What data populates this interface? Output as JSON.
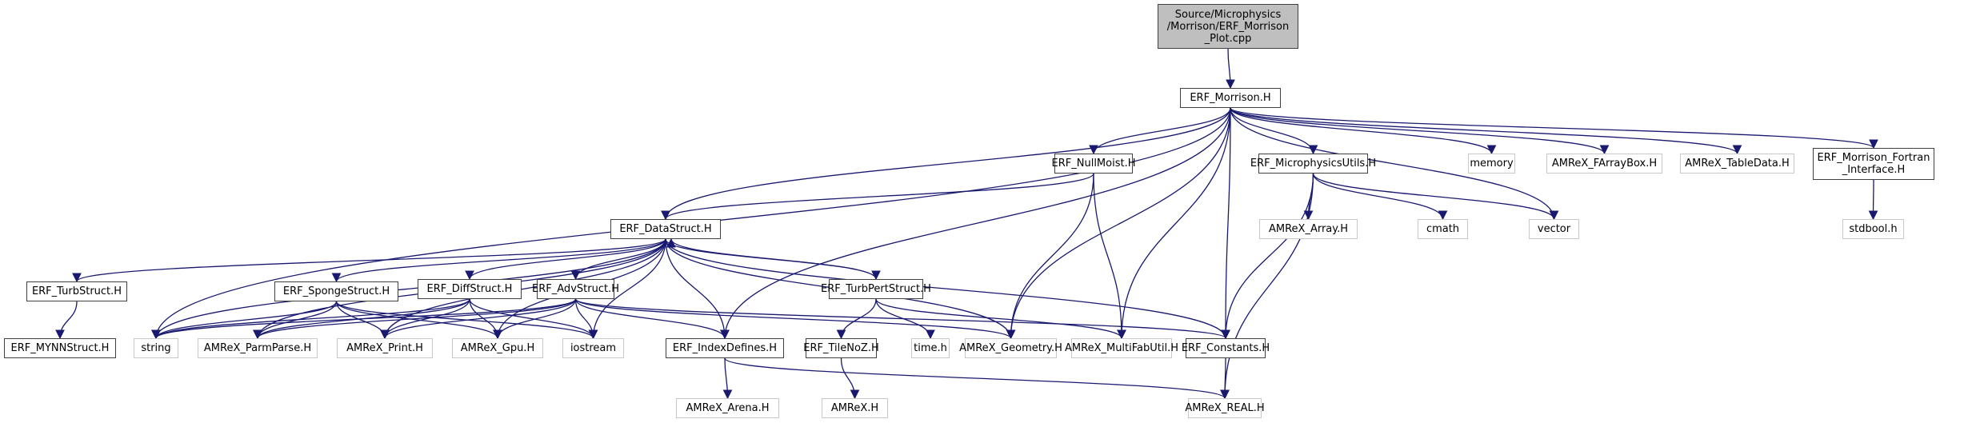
{
  "graph": {
    "title": "Include dependency graph for ERF_Morrison_Plot.cpp",
    "edge_color": "#191970",
    "root_fill": "#bfbfbf",
    "local_border": "#404040",
    "system_border": "#c8c8c8",
    "nodes": [
      {
        "id": "root",
        "label": "Source/Microphysics\n/Morrison/ERF_Morrison\n_Plot.cpp",
        "kind": "root"
      },
      {
        "id": "morrison",
        "label": "ERF_Morrison.H",
        "kind": "local"
      },
      {
        "id": "nullmoist",
        "label": "ERF_NullMoist.H",
        "kind": "local"
      },
      {
        "id": "microutils",
        "label": "ERF_MicrophysicsUtils.H",
        "kind": "local"
      },
      {
        "id": "memory",
        "label": "memory",
        "kind": "system"
      },
      {
        "id": "farraybox",
        "label": "AMReX_FArrayBox.H",
        "kind": "system"
      },
      {
        "id": "tabledata",
        "label": "AMReX_TableData.H",
        "kind": "system"
      },
      {
        "id": "fortran",
        "label": "ERF_Morrison_Fortran\n_Interface.H",
        "kind": "local"
      },
      {
        "id": "datastruct",
        "label": "ERF_DataStruct.H",
        "kind": "local"
      },
      {
        "id": "array",
        "label": "AMReX_Array.H",
        "kind": "system"
      },
      {
        "id": "cmath",
        "label": "cmath",
        "kind": "system"
      },
      {
        "id": "vector",
        "label": "vector",
        "kind": "system"
      },
      {
        "id": "stdbool",
        "label": "stdbool.h",
        "kind": "system"
      },
      {
        "id": "turbstruct",
        "label": "ERF_TurbStruct.H",
        "kind": "local"
      },
      {
        "id": "spongestruct",
        "label": "ERF_SpongeStruct.H",
        "kind": "local"
      },
      {
        "id": "diffstruct",
        "label": "ERF_DiffStruct.H",
        "kind": "local"
      },
      {
        "id": "advstruct",
        "label": "ERF_AdvStruct.H",
        "kind": "local"
      },
      {
        "id": "turbpert",
        "label": "ERF_TurbPertStruct.H",
        "kind": "local"
      },
      {
        "id": "mynn",
        "label": "ERF_MYNNStruct.H",
        "kind": "local"
      },
      {
        "id": "string",
        "label": "string",
        "kind": "system"
      },
      {
        "id": "parmparse",
        "label": "AMReX_ParmParse.H",
        "kind": "system"
      },
      {
        "id": "print",
        "label": "AMReX_Print.H",
        "kind": "system"
      },
      {
        "id": "gpu",
        "label": "AMReX_Gpu.H",
        "kind": "system"
      },
      {
        "id": "iostream",
        "label": "iostream",
        "kind": "system"
      },
      {
        "id": "indexdefines",
        "label": "ERF_IndexDefines.H",
        "kind": "local"
      },
      {
        "id": "tilenoz",
        "label": "ERF_TileNoZ.H",
        "kind": "local"
      },
      {
        "id": "timeh",
        "label": "time.h",
        "kind": "system"
      },
      {
        "id": "geometry",
        "label": "AMReX_Geometry.H",
        "kind": "system"
      },
      {
        "id": "multifabutil",
        "label": "AMReX_MultiFabUtil.H",
        "kind": "system"
      },
      {
        "id": "constants",
        "label": "ERF_Constants.H",
        "kind": "local"
      },
      {
        "id": "arena",
        "label": "AMReX_Arena.H",
        "kind": "system"
      },
      {
        "id": "amrex",
        "label": "AMReX.H",
        "kind": "system"
      },
      {
        "id": "real",
        "label": "AMReX_REAL.H",
        "kind": "system"
      }
    ],
    "edges": [
      [
        "root",
        "morrison"
      ],
      [
        "morrison",
        "string"
      ],
      [
        "morrison",
        "datastruct"
      ],
      [
        "morrison",
        "indexdefines"
      ],
      [
        "morrison",
        "nullmoist"
      ],
      [
        "morrison",
        "geometry"
      ],
      [
        "morrison",
        "multifabutil"
      ],
      [
        "morrison",
        "constants"
      ],
      [
        "morrison",
        "microutils"
      ],
      [
        "morrison",
        "memory"
      ],
      [
        "morrison",
        "vector"
      ],
      [
        "morrison",
        "farraybox"
      ],
      [
        "morrison",
        "tabledata"
      ],
      [
        "morrison",
        "fortran"
      ],
      [
        "nullmoist",
        "datastruct"
      ],
      [
        "nullmoist",
        "geometry"
      ],
      [
        "nullmoist",
        "multifabutil"
      ],
      [
        "microutils",
        "array"
      ],
      [
        "microutils",
        "cmath"
      ],
      [
        "microutils",
        "vector"
      ],
      [
        "microutils",
        "constants"
      ],
      [
        "microutils",
        "real"
      ],
      [
        "fortran",
        "stdbool"
      ],
      [
        "datastruct",
        "turbstruct"
      ],
      [
        "datastruct",
        "spongestruct"
      ],
      [
        "datastruct",
        "diffstruct"
      ],
      [
        "datastruct",
        "advstruct"
      ],
      [
        "datastruct",
        "turbpert"
      ],
      [
        "datastruct",
        "string"
      ],
      [
        "datastruct",
        "parmparse"
      ],
      [
        "datastruct",
        "print"
      ],
      [
        "datastruct",
        "gpu"
      ],
      [
        "datastruct",
        "iostream"
      ],
      [
        "datastruct",
        "indexdefines"
      ],
      [
        "datastruct",
        "geometry"
      ],
      [
        "datastruct",
        "constants"
      ],
      [
        "turbstruct",
        "mynn"
      ],
      [
        "spongestruct",
        "string"
      ],
      [
        "spongestruct",
        "parmparse"
      ],
      [
        "spongestruct",
        "print"
      ],
      [
        "spongestruct",
        "gpu"
      ],
      [
        "spongestruct",
        "iostream"
      ],
      [
        "diffstruct",
        "string"
      ],
      [
        "diffstruct",
        "parmparse"
      ],
      [
        "diffstruct",
        "print"
      ],
      [
        "diffstruct",
        "gpu"
      ],
      [
        "diffstruct",
        "iostream"
      ],
      [
        "advstruct",
        "string"
      ],
      [
        "advstruct",
        "parmparse"
      ],
      [
        "advstruct",
        "print"
      ],
      [
        "advstruct",
        "gpu"
      ],
      [
        "advstruct",
        "iostream"
      ],
      [
        "advstruct",
        "indexdefines"
      ],
      [
        "advstruct",
        "geometry"
      ],
      [
        "advstruct",
        "constants"
      ],
      [
        "turbpert",
        "datastruct"
      ],
      [
        "turbpert",
        "tilenoz"
      ],
      [
        "turbpert",
        "timeh"
      ],
      [
        "turbpert",
        "multifabutil"
      ],
      [
        "indexdefines",
        "arena"
      ],
      [
        "indexdefines",
        "real"
      ],
      [
        "tilenoz",
        "amrex"
      ],
      [
        "constants",
        "real"
      ]
    ]
  }
}
